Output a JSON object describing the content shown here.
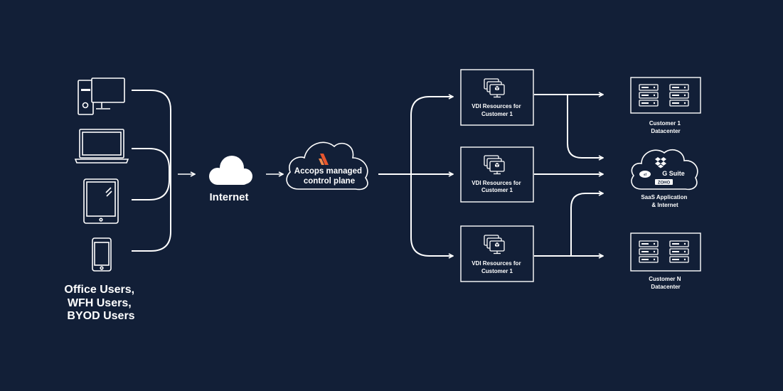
{
  "users": {
    "label_lines": [
      "Office Users,",
      "WFH Users,",
      "BYOD Users"
    ],
    "devices": [
      "desktop-icon",
      "laptop-icon",
      "tablet-icon",
      "phone-icon"
    ]
  },
  "internet": {
    "label": "Internet",
    "icon": "cloud-icon"
  },
  "control_plane": {
    "label_lines": [
      "Accops managed",
      "control plane"
    ],
    "logo": "accops-logo-icon",
    "accent": "#e8552d"
  },
  "vdi_resources": [
    {
      "label_lines": [
        "VDI Resources for",
        "Customer 1"
      ]
    },
    {
      "label_lines": [
        "VDI Resources for",
        "Customer 1"
      ]
    },
    {
      "label_lines": [
        "VDI Resources for",
        "Customer 1"
      ]
    }
  ],
  "destinations": {
    "customer_1_datacenter": {
      "label_lines": [
        "Customer 1",
        "Datacenter"
      ]
    },
    "saas": {
      "label_lines": [
        "SaaS Application",
        "& Internet"
      ],
      "logos": [
        "salesforce-logo",
        "dropbox-logo",
        "G Suite",
        "zoho-logo"
      ],
      "gsuite_text": "G Suite"
    },
    "customer_n_datacenter": {
      "label_lines": [
        "Customer N",
        "Datacenter"
      ]
    }
  },
  "colors": {
    "background": "#121f37",
    "line": "#ffffff"
  }
}
